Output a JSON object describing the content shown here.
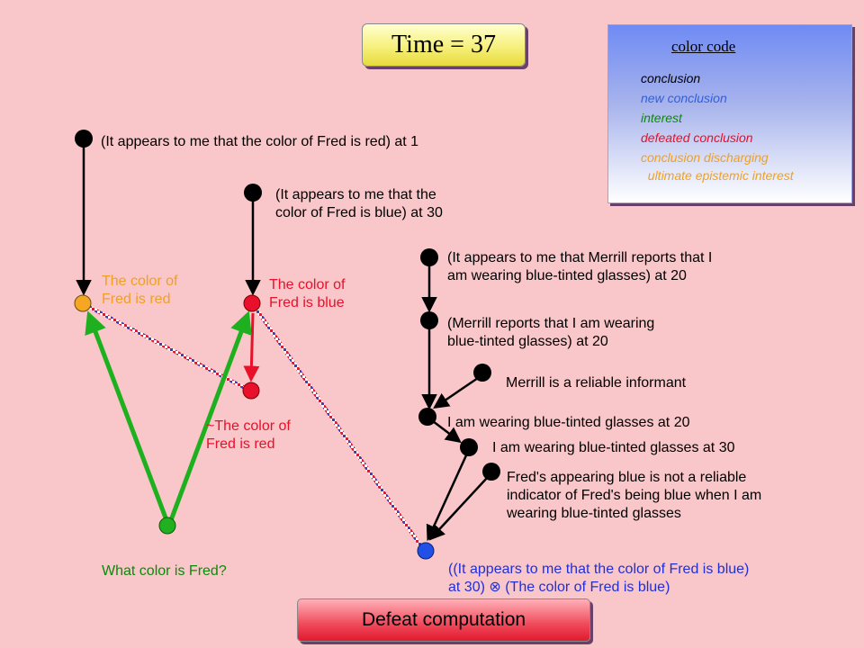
{
  "time_label": "Time = 37",
  "legend": {
    "title": "color code",
    "items": [
      {
        "text": "conclusion",
        "color": "#000000"
      },
      {
        "text": "new conclusion",
        "color": "#2f5fe0"
      },
      {
        "text": "interest",
        "color": "#0a8a0a"
      },
      {
        "text": "defeated conclusion",
        "color": "#e8102a"
      },
      {
        "text": "conclusion discharging",
        "color": "#f0a020"
      },
      {
        "text": "  ultimate epistemic interest",
        "color": "#f0a020"
      }
    ]
  },
  "nodes": {
    "appears_red": "(It appears to me that the color of Fred is red) at 1",
    "appears_blue": "(It appears to me that the\ncolor of Fred is blue) at 30",
    "color_red": "The color of\nFred is red",
    "color_blue": "The color of\nFred is blue",
    "not_red": "~The color of\nFred is red",
    "question": "What color is Fred?",
    "appears_merrill": "(It appears to me that Merrill reports that I\nam wearing blue-tinted glasses) at 20",
    "merrill_reports": "(Merrill reports that I am wearing\nblue-tinted glasses) at 20",
    "reliable": "Merrill is a reliable informant",
    "glasses_20": "I am wearing blue-tinted glasses at 20",
    "glasses_30": "I am wearing blue-tinted glasses at 30",
    "not_reliable": "Fred's appearing blue is not a reliable\nindicator of Fred's being blue when I am\nwearing blue-tinted glasses",
    "undercutter": "((It appears to me that the color of Fred is blue)\nat 30) ⊗  (The color of Fred is blue)"
  },
  "button_label": "Defeat computation"
}
